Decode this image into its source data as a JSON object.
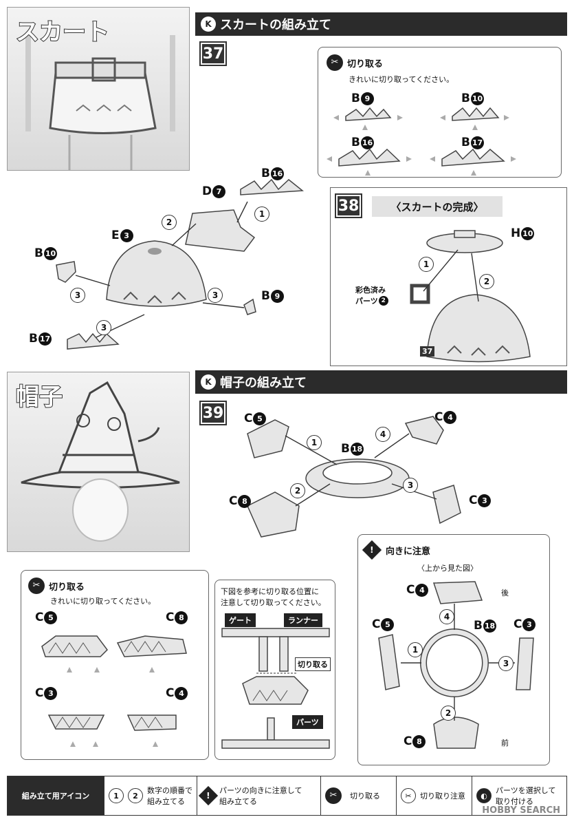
{
  "skirt": {
    "photo_title": "スカート",
    "section_title": "スカートの組み立て",
    "step37": "37",
    "cut_box": {
      "title": "切り取る",
      "text": "きれいに切り取ってください。",
      "parts": [
        {
          "letter": "B",
          "num": "9"
        },
        {
          "letter": "B",
          "num": "10"
        },
        {
          "letter": "B",
          "num": "16"
        },
        {
          "letter": "B",
          "num": "17"
        }
      ]
    },
    "labels": {
      "b16": {
        "letter": "B",
        "num": "16"
      },
      "d7": {
        "letter": "D",
        "num": "7"
      },
      "e3": {
        "letter": "E",
        "num": "3"
      },
      "b10": {
        "letter": "B",
        "num": "10"
      },
      "b9": {
        "letter": "B",
        "num": "9"
      },
      "b17": {
        "letter": "B",
        "num": "17"
      }
    },
    "steps": [
      "1",
      "2",
      "3",
      "3",
      "3"
    ],
    "step38": "38",
    "step38_title": "〈スカートの完成〉",
    "h10": {
      "letter": "H",
      "num": "10"
    },
    "colored_part_line1": "彩色済み",
    "colored_part_line2": "パーツ",
    "colored_part_num": "2",
    "ref37": "37",
    "s38_steps": [
      "1",
      "2"
    ]
  },
  "hat": {
    "photo_title": "帽子",
    "section_title": "帽子の組み立て",
    "step39": "39",
    "labels": {
      "c5": {
        "letter": "C",
        "num": "5"
      },
      "c4": {
        "letter": "C",
        "num": "4"
      },
      "b18": {
        "letter": "B",
        "num": "18"
      },
      "c8": {
        "letter": "C",
        "num": "8"
      },
      "c3": {
        "letter": "C",
        "num": "3"
      }
    },
    "steps": [
      "1",
      "4",
      "2",
      "3"
    ],
    "cut_box": {
      "title": "切り取る",
      "text": "きれいに切り取ってください。",
      "parts": [
        {
          "letter": "C",
          "num": "5"
        },
        {
          "letter": "C",
          "num": "8"
        },
        {
          "letter": "C",
          "num": "3"
        },
        {
          "letter": "C",
          "num": "4"
        }
      ]
    },
    "gate_box": {
      "line1": "下図を参考に切り取る位置に",
      "line2": "注意して切り取ってください。",
      "gate": "ゲート",
      "runner": "ランナー",
      "cut": "切り取る",
      "parts": "パーツ"
    },
    "orient_box": {
      "title": "向きに注意",
      "subtitle": "〈上から見た図〉",
      "back": "後",
      "front": "前",
      "steps": [
        "4",
        "1",
        "3",
        "2"
      ]
    }
  },
  "legend": {
    "title": "組み立て用アイコン",
    "items": [
      {
        "icon": "①②",
        "text_line1": "数字の順番で",
        "text_line2": "組み立てる"
      },
      {
        "icon": "!",
        "text_line1": "パーツの向きに注意して",
        "text_line2": "組み立てる"
      },
      {
        "icon": "cut",
        "text_line1": "切り取る",
        "text_line2": ""
      },
      {
        "icon": "cut-care",
        "text_line1": "切り取り注意",
        "text_line2": ""
      },
      {
        "icon": "select",
        "text_line1": "パーツを選択して",
        "text_line2": "取り付ける"
      }
    ]
  },
  "watermark": "HOBBY SEARCH"
}
